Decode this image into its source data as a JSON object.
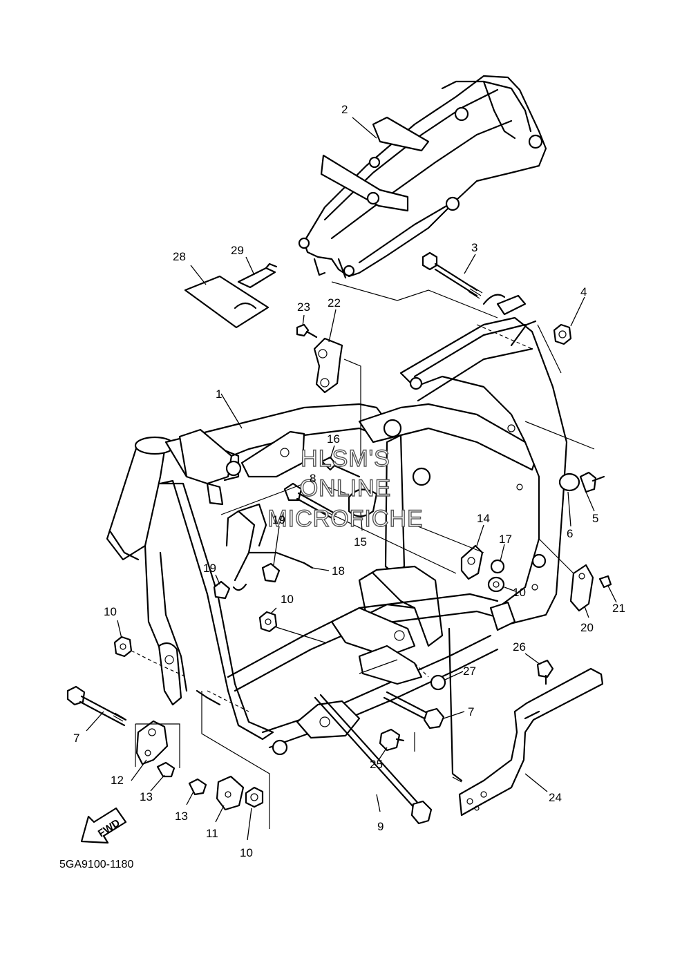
{
  "diagram": {
    "code": "5GA9100-1180",
    "fwd_label": "FWD",
    "watermark": [
      "HLSM'S",
      "ONLINE",
      "MICROFICHE"
    ],
    "callouts": [
      {
        "id": "c1",
        "label": "1"
      },
      {
        "id": "c2",
        "label": "2"
      },
      {
        "id": "c3",
        "label": "3"
      },
      {
        "id": "c4",
        "label": "4"
      },
      {
        "id": "c5",
        "label": "5"
      },
      {
        "id": "c6",
        "label": "6"
      },
      {
        "id": "c7a",
        "label": "7"
      },
      {
        "id": "c7b",
        "label": "7"
      },
      {
        "id": "c8",
        "label": "8"
      },
      {
        "id": "c9",
        "label": "9"
      },
      {
        "id": "c10a",
        "label": "10"
      },
      {
        "id": "c10b",
        "label": "10"
      },
      {
        "id": "c10c",
        "label": "10"
      },
      {
        "id": "c10d",
        "label": "10"
      },
      {
        "id": "c11",
        "label": "11"
      },
      {
        "id": "c12",
        "label": "12"
      },
      {
        "id": "c13a",
        "label": "13"
      },
      {
        "id": "c13b",
        "label": "13"
      },
      {
        "id": "c14",
        "label": "14"
      },
      {
        "id": "c15",
        "label": "15"
      },
      {
        "id": "c16",
        "label": "16"
      },
      {
        "id": "c17",
        "label": "17"
      },
      {
        "id": "c18",
        "label": "18"
      },
      {
        "id": "c19a",
        "label": "19"
      },
      {
        "id": "c19b",
        "label": "19"
      },
      {
        "id": "c20",
        "label": "20"
      },
      {
        "id": "c21",
        "label": "21"
      },
      {
        "id": "c22",
        "label": "22"
      },
      {
        "id": "c23",
        "label": "23"
      },
      {
        "id": "c24",
        "label": "24"
      },
      {
        "id": "c25",
        "label": "25"
      },
      {
        "id": "c26",
        "label": "26"
      },
      {
        "id": "c27",
        "label": "27"
      },
      {
        "id": "c28",
        "label": "28"
      },
      {
        "id": "c29",
        "label": "29"
      }
    ]
  }
}
